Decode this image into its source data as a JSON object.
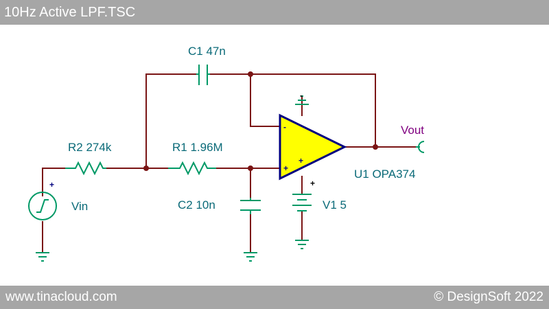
{
  "window": {
    "title": "10Hz Active LPF.TSC"
  },
  "footer": {
    "website": "www.tinacloud.com",
    "copyright": "© DesignSoft 2022"
  },
  "components": {
    "c1": "C1 47n",
    "r2": "R2 274k",
    "r1": "R1 1.96M",
    "c2": "C2 10n",
    "u1": "U1 OPA374",
    "v1": "V1 5",
    "vin": "Vin",
    "vout": "Vout"
  },
  "symbols": {
    "plus": "+",
    "minus": "-"
  },
  "colors": {
    "bar": "#a6a6a6",
    "wire": "#7a1414",
    "component": "#009966",
    "opamp_fill": "#ffff00",
    "opamp_outline": "#000080",
    "label": "#0a6a78",
    "output_label": "#800080",
    "pin_mark": "#000080"
  }
}
